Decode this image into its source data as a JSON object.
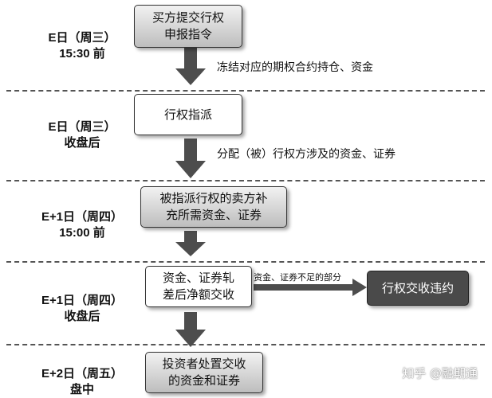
{
  "steps": [
    {
      "time": [
        "E日（周三）",
        "15:30 前"
      ],
      "box": [
        "买方提交行权",
        "申报指令"
      ],
      "note": "冻结对应的期权合约持仓、资金"
    },
    {
      "time": [
        "E日（周三）",
        "收盘后"
      ],
      "box": [
        "行权指派"
      ],
      "note": "分配（被）行权方涉及的资金、证券"
    },
    {
      "time": [
        "E+1日（周四）",
        "15:00 前"
      ],
      "box": [
        "被指派行权的卖方补",
        "充所需资金、证券"
      ]
    },
    {
      "time": [
        "E+1日（周四）",
        "收盘后"
      ],
      "box": [
        "资金、证券轧",
        "差后净额交收"
      ],
      "side_note": "资金、证券不足的部分",
      "side_box": "行权交收违约"
    },
    {
      "time": [
        "E+2日（周五）",
        "盘中"
      ],
      "box": [
        "投资者处置交收",
        "的资金和证券"
      ]
    }
  ],
  "watermark": "知乎 @融期通",
  "colors": {
    "arrow": "#4d4d4d",
    "divider": "#555555",
    "violation_box": "#4a4a4a"
  }
}
